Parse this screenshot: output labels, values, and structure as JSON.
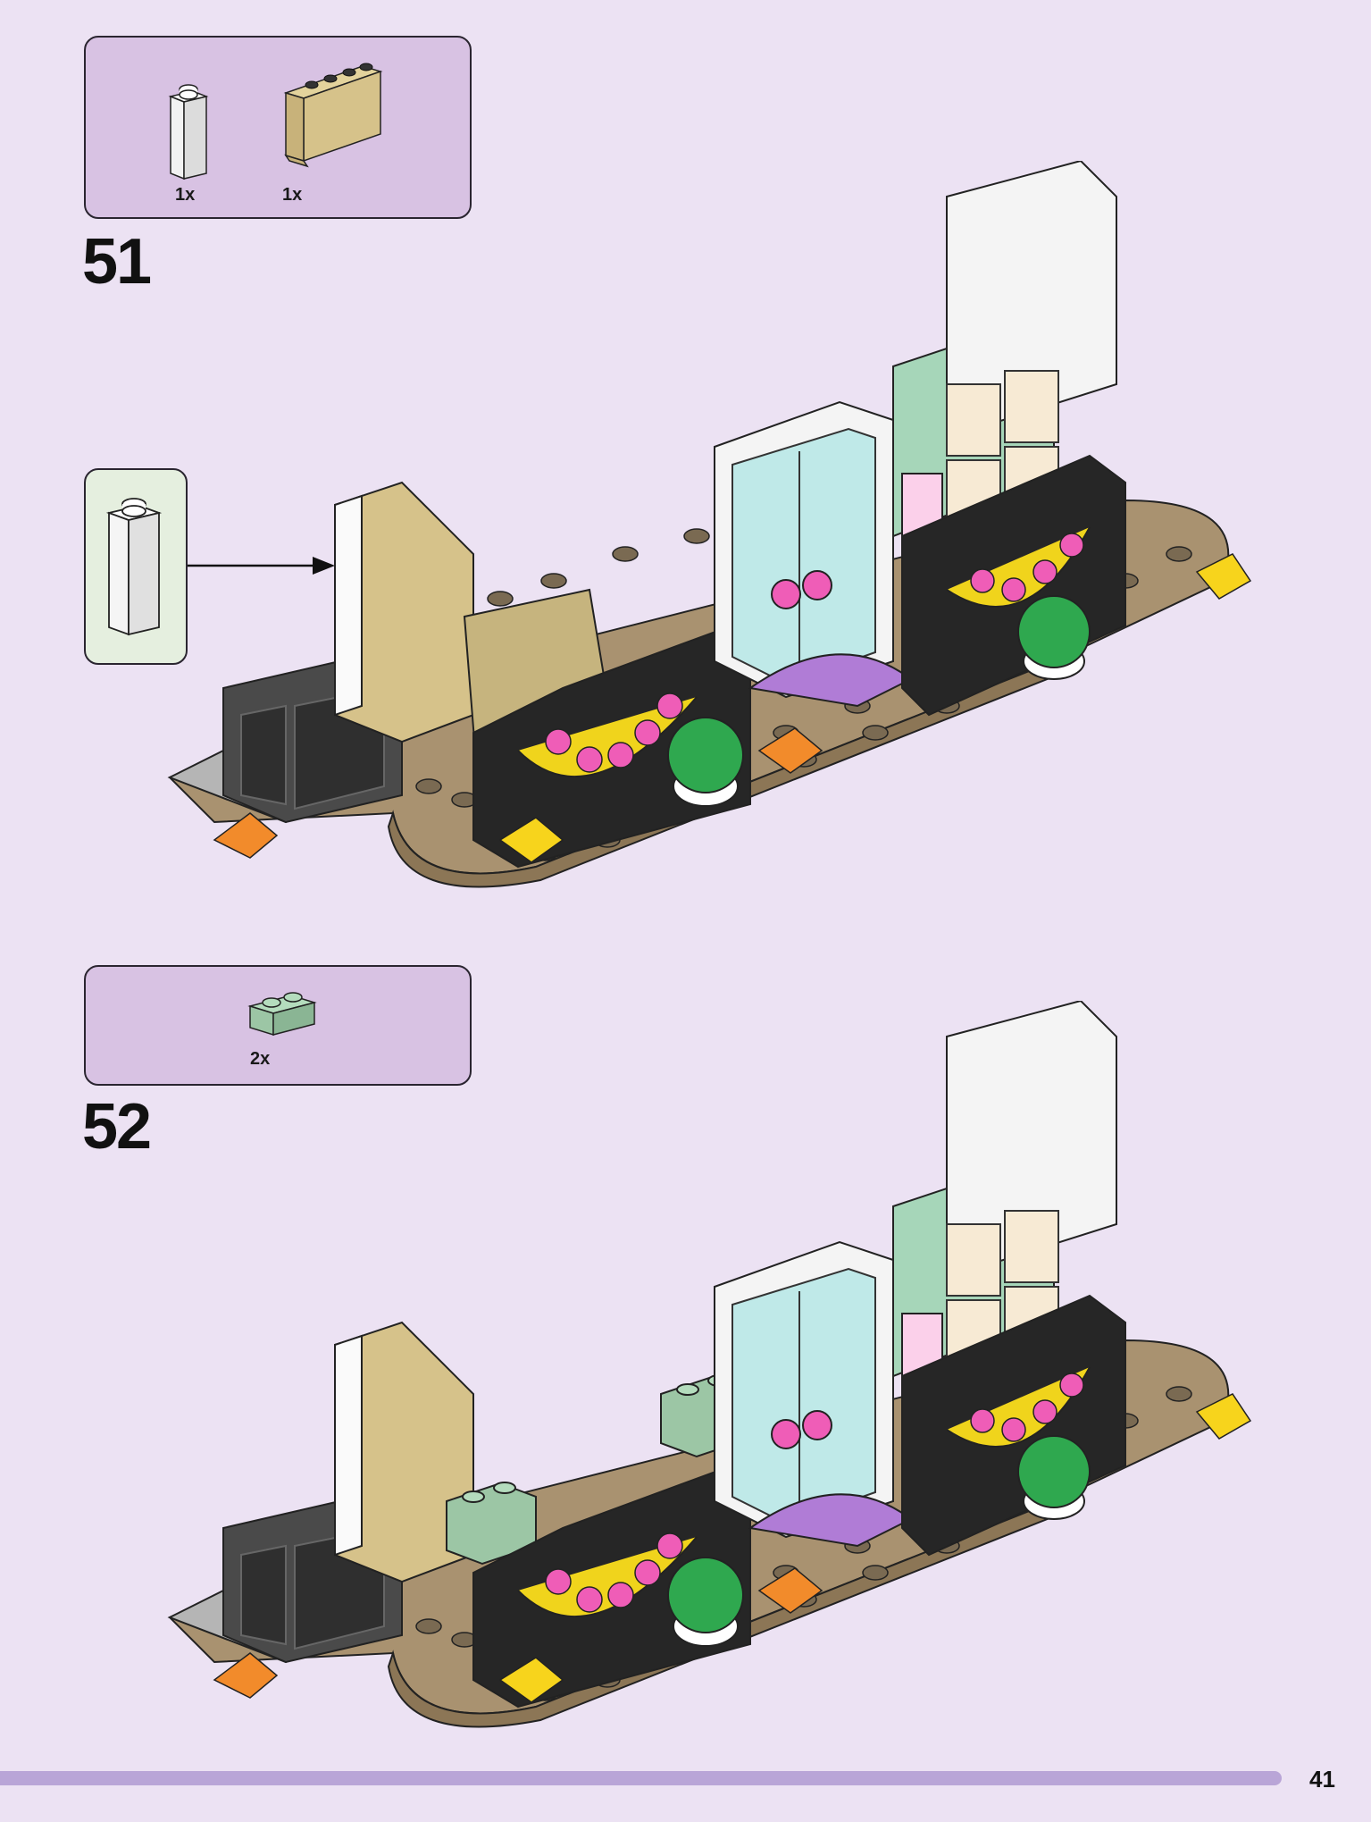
{
  "steps": [
    {
      "number": "51",
      "parts": [
        {
          "name": "white 1x1x3 brick",
          "qty": "1x"
        },
        {
          "name": "tan 1x4x3 panel",
          "qty": "1x"
        }
      ]
    },
    {
      "number": "52",
      "parts": [
        {
          "name": "sand green 1x2 brick",
          "qty": "2x"
        }
      ]
    }
  ],
  "page_number": "41",
  "colors": {
    "background": "#ece2f3",
    "parts_box": "#d8c2e3",
    "callout_box": "#e5efdf",
    "footer_bar": "#b9a5d7"
  }
}
